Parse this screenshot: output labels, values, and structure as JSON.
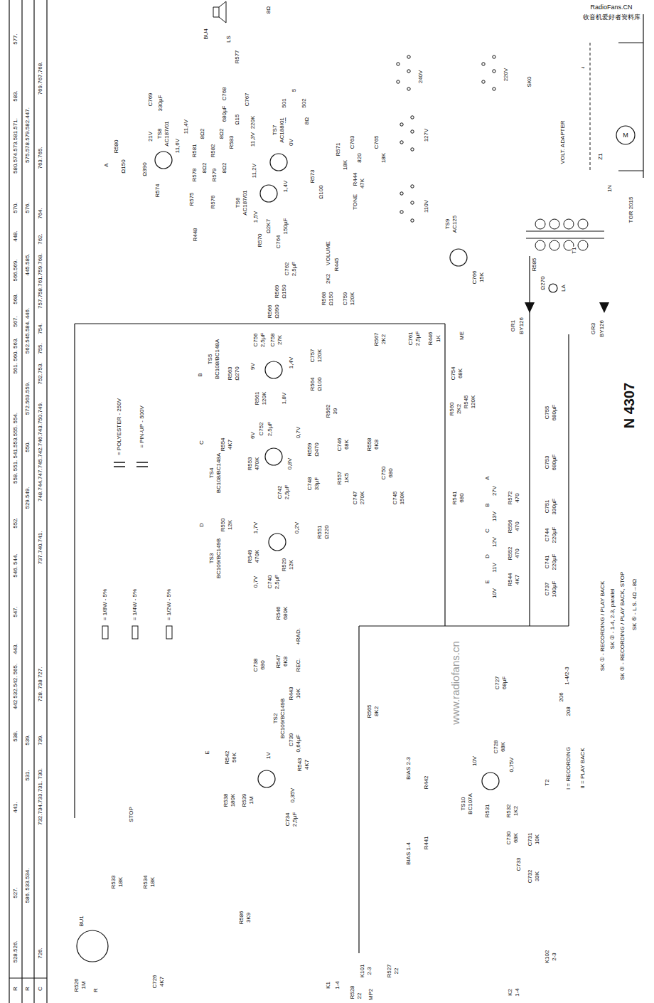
{
  "diagram": {
    "title": "N 4307",
    "nodes": [
      {
        "text": [
          "TS8",
          "AC187/01"
        ]
      },
      {
        "text": [
          "TS7",
          "AC188/01"
        ]
      },
      {
        "text": [
          "TS6",
          "AC187/01"
        ]
      },
      {
        "text": [
          "TS9",
          "AC125"
        ]
      },
      {
        "text": [
          "TS5",
          "BC108/BC148A"
        ]
      },
      {
        "text": [
          "TS4",
          "BC108/BC148A"
        ]
      },
      {
        "text": [
          "TS3",
          "BC109/BC149B"
        ]
      },
      {
        "text": [
          "TS2",
          "BC109/BC149B"
        ]
      },
      {
        "text": [
          "TS10",
          "BC107A"
        ]
      }
    ],
    "labels": [
      "R",
      "528.526.",
      "527.",
      "441.",
      "538.",
      "442 532.542. 565.",
      "443.",
      "547.",
      "546. 544.",
      "552.",
      "558. 551. 541.553.555. 554.",
      "561. 560. 563.",
      "567.",
      "568.",
      "566.569.",
      "448.",
      "570.",
      "580.574.573.581.571.",
      "583.",
      "577.",
      "R",
      "586. 533.534.",
      "531.",
      "539.",
      "529.549.",
      "550.",
      "572.563.559.",
      "562.545.584. 446.",
      "445.585.",
      "576.",
      "575.578.579.582.447.",
      "C",
      "726.",
      "732.734.733.731. 730.",
      "739.",
      "728. 738 727.",
      "737.740.741.",
      "748.744.747.745.742.746.743.750.749.",
      "752.753.",
      "755.",
      "754.",
      "757.758.761.759.768.",
      "762.",
      "764.",
      "763.765.",
      "769.767.768.",
      "RadioFans.CN",
      "收音机爱好者资料库",
      "LS",
      "BU4",
      "8Ω",
      "R577",
      "501",
      "502",
      "5",
      "4Ω",
      "8Ω",
      "C769",
      "330µF",
      "21V",
      "11,6V",
      "11,4V",
      "A",
      "R580",
      "Ω150",
      "R574",
      "Ω390",
      "C768",
      "680µF",
      "Ω15",
      "R583",
      "C767",
      "220K",
      "8Ω2",
      "R581",
      "8Ω2",
      "R582",
      "R578",
      "8Ω2",
      "R579",
      "8Ω2",
      "R575",
      "R576",
      "R448",
      "11,3V",
      "0V",
      "11,2V",
      "1,4V",
      "1,5V",
      "R570",
      "Ω2K7",
      "C764",
      "150µF",
      "R573",
      "Ω100",
      "R571",
      "18K",
      "C763",
      "820",
      "R444",
      "47K",
      "C765",
      "18K",
      "TONE",
      "C762",
      "2,5µF",
      "R569",
      "Ω150",
      "VOLUME",
      "R445",
      "2K2",
      "R566",
      "Ω390",
      "R568",
      "Ω150",
      "C759",
      "120K",
      "C756",
      "2,5µF",
      "C758",
      "27K",
      "9V",
      "1,4V",
      "1,8V",
      "B",
      "R563",
      "Ω270",
      "R561",
      "120K",
      "C757",
      "120K",
      "R564",
      "Ω100",
      "R562",
      "39",
      "C752",
      "2,5µF",
      "6V",
      "0,7V",
      "C",
      "R554",
      "4K7",
      "R553",
      "470K",
      "0,8V",
      "R559",
      "Ω470",
      "C748",
      "33µF",
      "C746",
      "68K",
      "R558",
      "6K8",
      "R557",
      "1K5",
      "C750",
      "680",
      "C747",
      "270K",
      "C745",
      "150K",
      "C742",
      "2,5µF",
      "D",
      "R550",
      "12K",
      "1,7V",
      "0,2V",
      "R549",
      "470K",
      "R529",
      "12K",
      "R551",
      "Ω220",
      "0,7V",
      "C740",
      "2,5µF",
      "R546",
      "680K",
      "+RAD.",
      "REC.",
      "R547",
      "6K8",
      "C738",
      "680",
      "R443",
      "10K",
      "C739",
      "0,64µF",
      "E",
      "R542",
      "56K",
      "1V",
      "R543",
      "4K7",
      "R539",
      "1M",
      "R538",
      "180K",
      "0,35V",
      "C734",
      "2,5µF",
      "R565",
      "8K2",
      "R586",
      "3K9",
      "BU1",
      "R526",
      "1M",
      "R",
      "R533",
      "18K",
      "R534",
      "18K",
      "STOP",
      "C726",
      "4K7",
      "BIAS 2-3",
      "R442",
      "BIAS 1-4",
      "R441",
      "K1",
      "1-4",
      "K101",
      "2-3",
      "R527",
      "22",
      "R528",
      "22",
      "MP2",
      "C727",
      "68µF",
      "C728",
      "68K",
      "10V",
      "0,75V",
      "R531",
      "R532",
      "1K2",
      "T2",
      "C730",
      "68K",
      "C731",
      "10K",
      "C733",
      "C732",
      "33K",
      "K102",
      "2-3",
      "K2",
      "1-4",
      "1-4/2-3",
      "206",
      "208",
      "I = RECORDING",
      "II = PLAY BACK",
      "SK ① - RECORDING / PLAY BACK",
      "SK ② - 1-4, 2-3, parallel",
      "SK ③ - RECORDING / PLAY BACK, STOP",
      "SK ⑤ - L.S. 4Ω→8Ω",
      "240V",
      "220V",
      "127V",
      "110V",
      "VOLT. ADAPTER",
      "SK0",
      "~",
      "1N",
      "Z1",
      "TGR 2015",
      "M",
      "T1",
      "R585",
      "Ω270",
      "LA",
      "GR1",
      "BY126",
      "GR3",
      "BY126",
      "ME",
      "R446",
      "1K",
      "C761",
      "2,5µF",
      "R567",
      "2K2",
      "C754",
      "68K",
      "R545",
      "120K",
      "R560",
      "2K2",
      "C755",
      "680µF",
      "C753",
      "680µF",
      "C751",
      "330µF",
      "C744",
      "220µF",
      "C741",
      "220µF",
      "C737",
      "100µF",
      "R572",
      "470",
      "R556",
      "470",
      "R552",
      "470",
      "R544",
      "4K7",
      "A",
      "27V",
      "B",
      "13V",
      "C",
      "12V",
      "D",
      "11V",
      "E",
      "10V",
      "R541",
      "680",
      "C766",
      "15K",
      "www.radiofans.cn"
    ],
    "legend": [
      {
        "text": "= 1/8W - 5%"
      },
      {
        "text": "= 1/4W - 5%"
      },
      {
        "text": "= 1/2W - 5%"
      },
      {
        "text": "= POLYESTER - 250V"
      },
      {
        "text": "= PIN-UP - 500V"
      }
    ]
  }
}
